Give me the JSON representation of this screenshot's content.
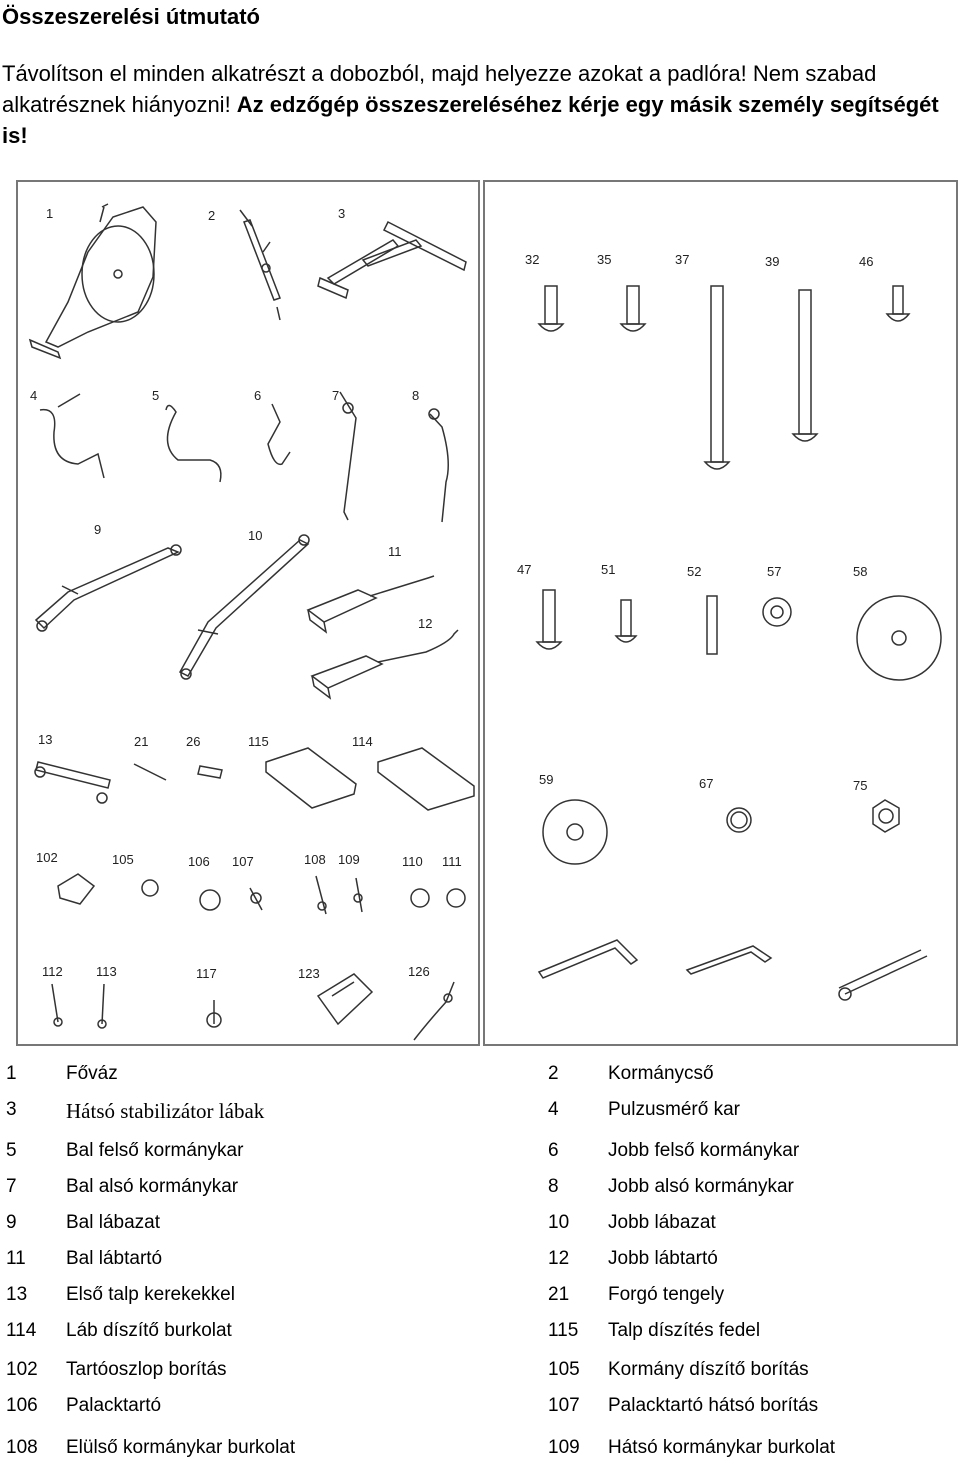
{
  "title": "Összeszerelési útmutató",
  "intro": {
    "normal": "Távolítson el minden alkatrészt a dobozból, majd helyezze azokat a padlóra! Nem szabad alkatrésznek hiányozni! ",
    "bold": "Az edzőgép összeszereléséhez kérje egy másik személy segítségét is!"
  },
  "diagram": {
    "left_labels": [
      "1",
      "2",
      "3",
      "4",
      "5",
      "6",
      "7",
      "8",
      "9",
      "10",
      "11",
      "12",
      "13",
      "21",
      "26",
      "115",
      "114",
      "102",
      "105",
      "106",
      "107",
      "108",
      "109",
      "110",
      "111",
      "112",
      "113",
      "117",
      "123",
      "126"
    ],
    "right_labels": [
      "32",
      "35",
      "37",
      "39",
      "46",
      "47",
      "51",
      "52",
      "57",
      "58",
      "59",
      "67",
      "75"
    ]
  },
  "parts": [
    {
      "n1": "1",
      "name1": "Főváz",
      "n2": "2",
      "name2": "Kormánycső"
    },
    {
      "n1": "3",
      "name1": "Hátsó stabilizátor lábak",
      "n2": "4",
      "name2": "Pulzusmérő kar"
    },
    {
      "n1": "5",
      "name1": "Bal felső kormánykar",
      "n2": "6",
      "name2": "Jobb felső kormánykar"
    },
    {
      "n1": "7",
      "name1": "Bal alsó kormánykar",
      "n2": "8",
      "name2": "Jobb alsó kormánykar"
    },
    {
      "n1": "9",
      "name1": "Bal lábazat",
      "n2": "10",
      "name2": "Jobb lábazat"
    },
    {
      "n1": "11",
      "name1": "Bal lábtartó",
      "n2": "12",
      "name2": "Jobb lábtartó"
    },
    {
      "n1": "13",
      "name1": "Első talp kerekekkel",
      "n2": "21",
      "name2": "Forgó tengely"
    },
    {
      "n1": "114",
      "name1": "Láb díszítő burkolat",
      "n2": "115",
      "name2": "Talp díszítés fedel"
    },
    {
      "n1": "102",
      "name1": "Tartóoszlop borítás",
      "n2": "105",
      "name2": "Kormány díszítő borítás"
    },
    {
      "n1": "106",
      "name1": "Palacktartó",
      "n2": "107",
      "name2": "Palacktartó hátsó borítás"
    },
    {
      "n1": "108",
      "name1": "Elülső kormánykar burkolat",
      "n2": "109",
      "name2": "Hátsó kormánykar burkolat"
    }
  ]
}
